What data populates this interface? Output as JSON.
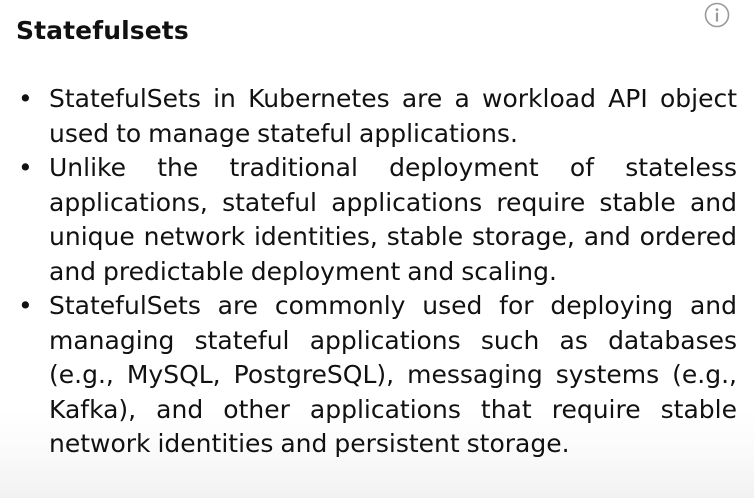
{
  "slide": {
    "title": "Statefulsets",
    "info_icon": "info-icon",
    "bullet_symbol": "•",
    "bullets": [
      {
        "text": "StatefulSets in Kubernetes are a workload API object used to manage stateful applications."
      },
      {
        "text": "Unlike the traditional deployment of stateless applications, stateful applications require stable and unique network identities, stable storage, and ordered and predictable deployment and scaling."
      },
      {
        "text": "StatefulSets are commonly used for deploying and managing stateful applications such as databases (e.g., MySQL, PostgreSQL), messaging systems (e.g., Kafka), and other applications that require stable network identities and persistent storage."
      }
    ]
  }
}
